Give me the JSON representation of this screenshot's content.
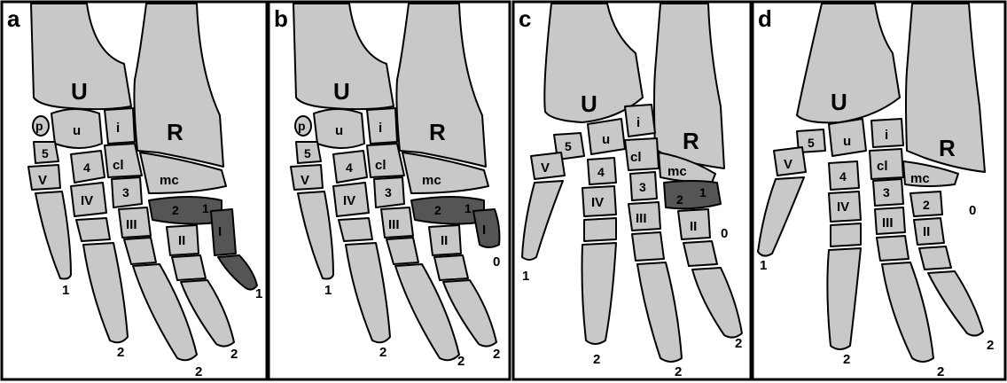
{
  "panels": [
    {
      "letter": "a",
      "big": {
        "ulna": "U",
        "radius": "R"
      },
      "carpals": {
        "pisiform": "p",
        "ulnare": "u",
        "intermedium": "i",
        "centrale": "cl",
        "mc": "mc"
      },
      "distal": [
        "5",
        "4",
        "3",
        "2",
        "1"
      ],
      "metacarpals": [
        "V",
        "IV",
        "III",
        "II",
        "I"
      ],
      "digit_counts": [
        "1",
        "2",
        "2",
        "2",
        "1"
      ]
    },
    {
      "letter": "b",
      "big": {
        "ulna": "U",
        "radius": "R"
      },
      "carpals": {
        "pisiform": "p",
        "ulnare": "u",
        "intermedium": "i",
        "centrale": "cl",
        "mc": "mc"
      },
      "distal": [
        "5",
        "4",
        "3",
        "2",
        "1"
      ],
      "metacarpals": [
        "V",
        "IV",
        "III",
        "II",
        "I"
      ],
      "digit_counts": [
        "1",
        "2",
        "2",
        "2",
        "0"
      ]
    },
    {
      "letter": "c",
      "big": {
        "ulna": "U",
        "radius": "R"
      },
      "carpals": {
        "ulnare": "u",
        "intermedium": "i",
        "centrale": "cl",
        "mc": "mc"
      },
      "distal": [
        "5",
        "4",
        "3",
        "2",
        "1"
      ],
      "metacarpals": [
        "V",
        "IV",
        "III",
        "II"
      ],
      "digit_counts": [
        "1",
        "2",
        "2",
        "2",
        "0"
      ]
    },
    {
      "letter": "d",
      "big": {
        "ulna": "U",
        "radius": "R"
      },
      "carpals": {
        "ulnare": "u",
        "intermedium": "i",
        "centrale": "cl",
        "mc": "mc"
      },
      "distal": [
        "5",
        "4",
        "3",
        "2"
      ],
      "metacarpals": [
        "V",
        "IV",
        "III",
        "II"
      ],
      "digit_counts": [
        "1",
        "2",
        "2",
        "2",
        "0"
      ]
    }
  ],
  "colors": {
    "bone": "#c8c8c8",
    "fused_highlight": "#555555",
    "outline": "#000000"
  }
}
